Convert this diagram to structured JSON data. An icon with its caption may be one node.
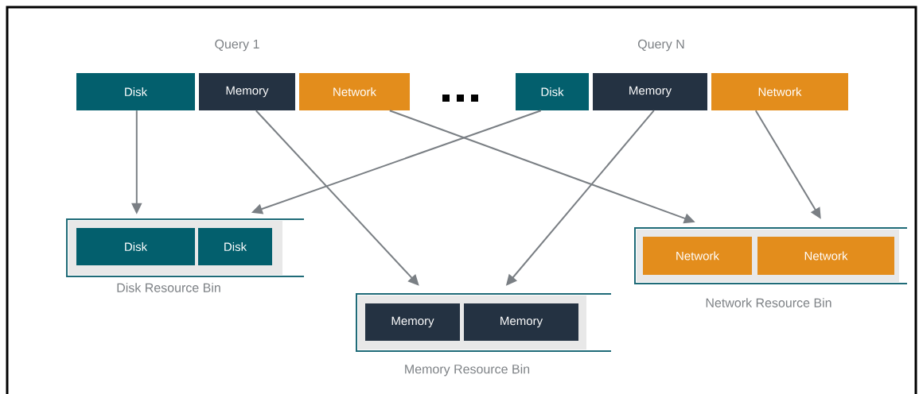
{
  "diagram": {
    "nodes": [
      {
        "text": [
          "Disk"
        ]
      },
      {
        "text": [
          "Memory"
        ]
      },
      {
        "text": [
          "Network"
        ]
      },
      {
        "text": [
          "Disk"
        ]
      },
      {
        "text": [
          "Memory"
        ]
      },
      {
        "text": [
          "Network"
        ]
      },
      {
        "text": [
          "Disk Resource Bin"
        ]
      },
      {
        "text": [
          "Disk"
        ],
        "in": 6
      },
      {
        "text": [
          "Disk"
        ],
        "in": 6
      },
      {
        "text": [
          "Memory Resource Bin"
        ]
      },
      {
        "text": [
          "Memory"
        ],
        "in": 9
      },
      {
        "text": [
          "Memory"
        ],
        "in": 9
      },
      {
        "text": [
          "Network Resource Bin"
        ]
      },
      {
        "text": [
          "Network"
        ],
        "in": 12
      },
      {
        "text": [
          "Network"
        ],
        "in": 12
      }
    ],
    "edges": [
      {
        "from": 0,
        "to": 6,
        "arrow": "to"
      },
      {
        "from": 3,
        "to": 6,
        "arrow": "to"
      },
      {
        "from": 1,
        "to": 9,
        "arrow": "to"
      },
      {
        "from": 4,
        "to": 9,
        "arrow": "to"
      },
      {
        "from": 2,
        "to": 12,
        "arrow": "to"
      },
      {
        "from": 5,
        "to": 12,
        "arrow": "to"
      }
    ],
    "labels": [
      "Query 1",
      "Query N"
    ]
  }
}
